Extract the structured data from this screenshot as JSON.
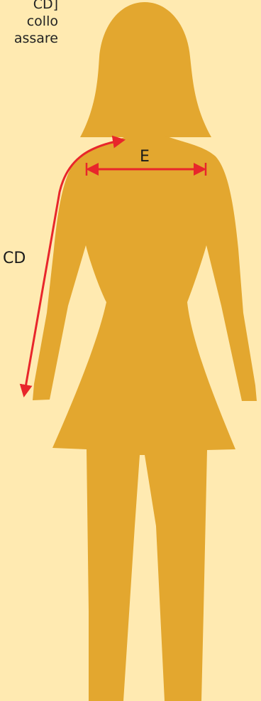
{
  "note": {
    "lines": [
      "CD]",
      "collo",
      "assare"
    ]
  },
  "labels": {
    "shoulder_width": "E",
    "arm_length": "CD"
  },
  "colors": {
    "background": "#FFEAB1",
    "silhouette": "#E3A72F",
    "arrow": "#E8262B",
    "text": "#222222"
  }
}
